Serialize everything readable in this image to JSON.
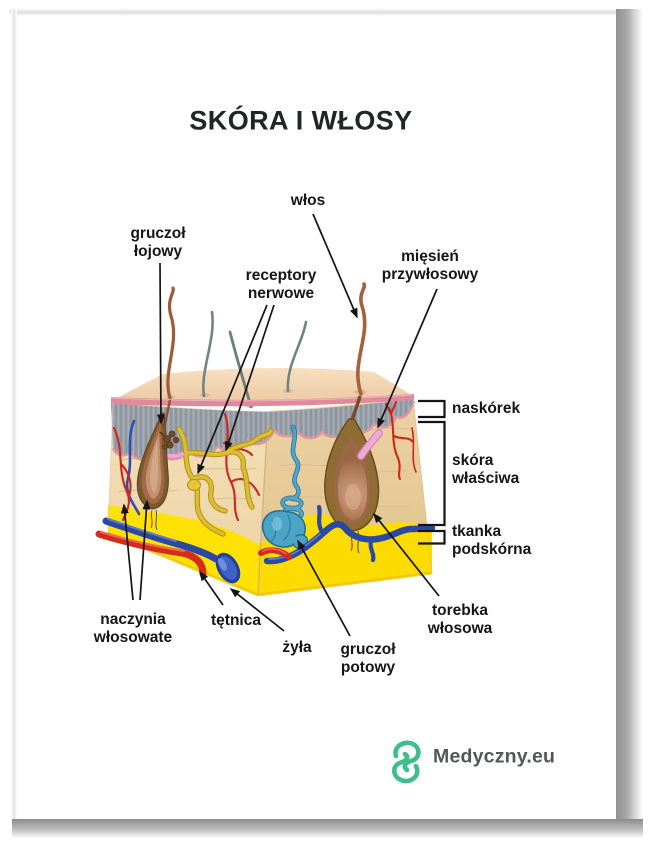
{
  "title": "SKÓRA I WŁOSY",
  "labels": {
    "wlos": "włos",
    "gruczol_lojowy": "gruczoł\nłojowy",
    "receptory_nerwowe": "receptory\nnerwowe",
    "miesien_przywlosowy": "mięsień\nprzywłosowy",
    "naskorek": "naskórek",
    "skora_wlasciwa": "skóra\nwłaściwa",
    "tkanka_podskorna": "tkanka\npodskórna",
    "naczynia_wlosowate": "naczynia\nwłosowate",
    "tetnica": "tętnica",
    "zyla": "żyła",
    "gruczol_potowy": "gruczoł\npotowy",
    "torebka_wlosowa": "torebka\nwłosowa"
  },
  "brand": {
    "name": "Medyczny.eu",
    "accent_color": "#3dbe8c",
    "text_color": "#54565b",
    "icon": "s-cross-icon"
  },
  "colors": {
    "title_text": "#222427",
    "label_text": "#151515",
    "arrow": "#141414",
    "skin_top": "#f2d3b0",
    "epidermis_rim_pink": "#e0899a",
    "epidermis_fringe_gray": "#9ba2ab",
    "dermis_tan": "#efd7ac",
    "subcutaneous_yellow": "#ffe204",
    "follicle_brown": "#9c6845",
    "nerve_yellow": "#dcbd2f",
    "artery_red": "#d62a1c",
    "vein_blue": "#2b49a4",
    "sweat_gland_blue": "#4ba3c7",
    "muscle_pink": "#f0a9d6"
  }
}
